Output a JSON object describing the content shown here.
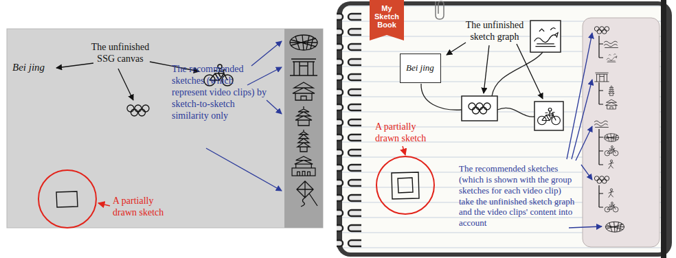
{
  "diagram": {
    "nodes": [
      {
        "text": [
          "My Sketch Book"
        ]
      },
      {
        "text": [
          "Bei jing"
        ]
      }
    ],
    "labels": [
      "The unfinished SSG canvas",
      "Bei jing",
      "The recommended sketches (which represent video clips) by sketch-to-sketch similarity only",
      "A partially drawn sketch",
      "The unfinished sketch graph",
      "A partially drawn sketch",
      "The recommended sketches (which is shown with the group sketches for each video clip) take the unfinished sketch graph and the video clips' content into account"
    ]
  }
}
